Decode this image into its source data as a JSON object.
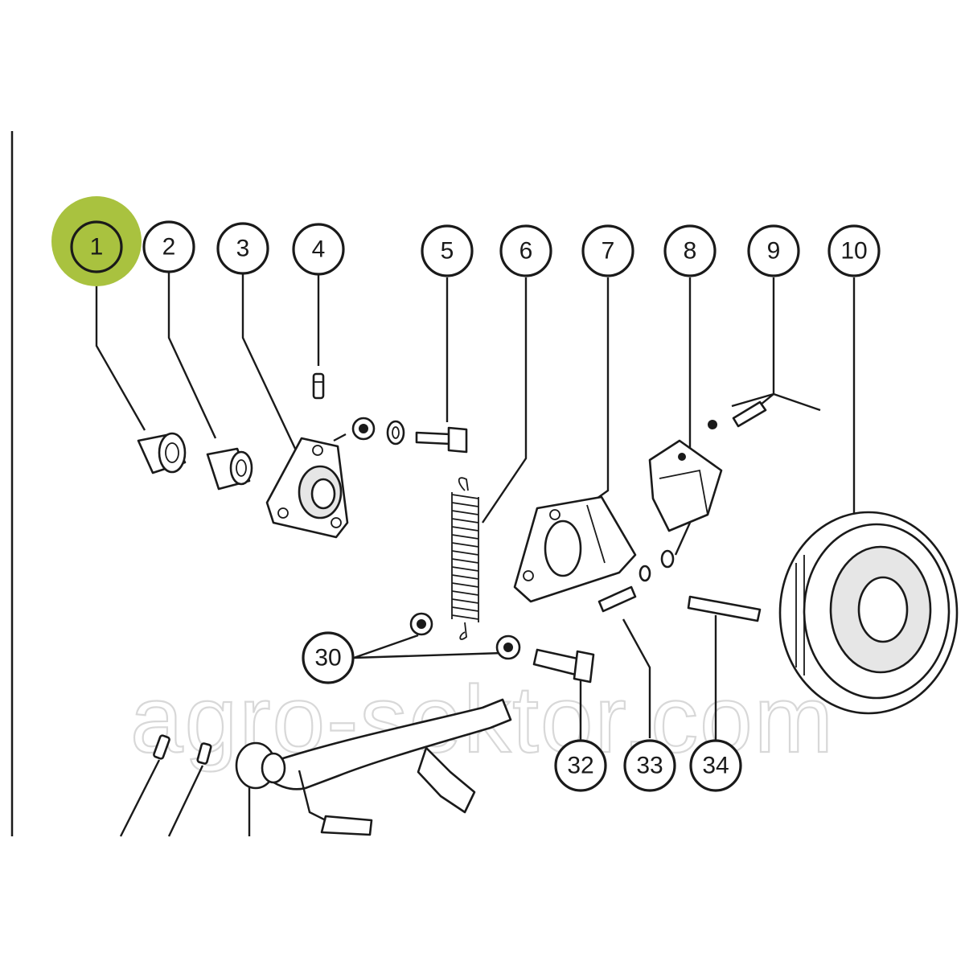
{
  "highlight_color": "#a9c23f",
  "callouts": [
    "1",
    "2",
    "3",
    "4",
    "5",
    "6",
    "7",
    "8",
    "9",
    "10",
    "30",
    "32",
    "33",
    "34"
  ],
  "highlighted_callout": "1",
  "watermark": "agro-sektor.com"
}
